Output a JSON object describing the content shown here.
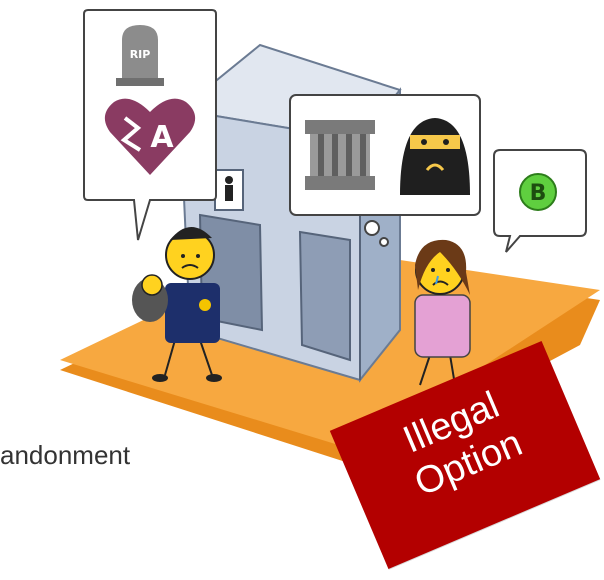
{
  "caption": "andonment",
  "stamp": {
    "line1": "Illegal",
    "line2": "Option"
  },
  "bubble_left": {
    "rip_text": "RIP",
    "heart_letter": "A"
  },
  "bubble_right_small": {
    "letter": "B"
  },
  "colors": {
    "floor": "#f7a840",
    "floor_edge": "#e98c1c",
    "building": "#c9d3e3",
    "building_dark": "#9fb0c8",
    "heart": "#8a3b62",
    "badge_green": "#5fcf3f",
    "stamp_red": "#b30000",
    "face": "#ffd21f"
  }
}
